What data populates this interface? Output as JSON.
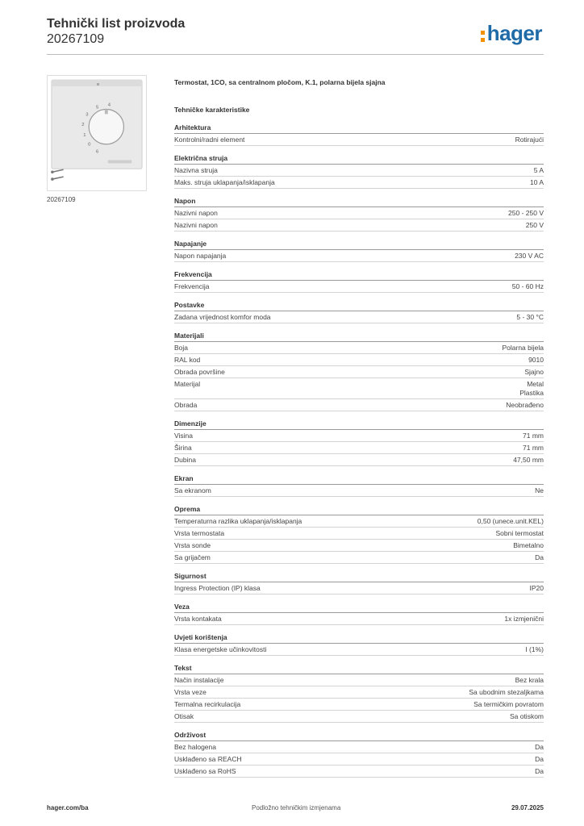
{
  "header": {
    "title": "Tehnički list proizvoda",
    "code": "20267109",
    "logo_text": "hager"
  },
  "image": {
    "caption": "20267109",
    "dial_numbers": [
      "5",
      "4",
      "3",
      "2",
      "1",
      "0",
      "6"
    ]
  },
  "product_desc": "Termostat, 1CO, sa centralnom pločom, K.1, polarna bijela sjajna",
  "section_heading": "Tehničke karakteristike",
  "groups": [
    {
      "title": "Arhitektura",
      "rows": [
        {
          "label": "Kontrolni/radni element",
          "value": [
            "Rotirajući"
          ]
        }
      ]
    },
    {
      "title": "Električna struja",
      "rows": [
        {
          "label": "Nazivna struja",
          "value": [
            "5 A"
          ]
        },
        {
          "label": "Maks. struja uklapanja/isklapanja",
          "value": [
            "10 A"
          ]
        }
      ]
    },
    {
      "title": "Napon",
      "rows": [
        {
          "label": "Nazivni napon",
          "value": [
            "250 - 250 V"
          ]
        },
        {
          "label": "Nazivni napon",
          "value": [
            "250 V"
          ]
        }
      ]
    },
    {
      "title": "Napajanje",
      "rows": [
        {
          "label": "Napon napajanja",
          "value": [
            "230 V AC"
          ]
        }
      ]
    },
    {
      "title": "Frekvencija",
      "rows": [
        {
          "label": "Frekvencija",
          "value": [
            "50 - 60 Hz"
          ]
        }
      ]
    },
    {
      "title": "Postavke",
      "rows": [
        {
          "label": "Zadana vrijednost komfor moda",
          "value": [
            "5 - 30 °C"
          ]
        }
      ]
    },
    {
      "title": "Materijali",
      "rows": [
        {
          "label": "Boja",
          "value": [
            "Polarna bijela"
          ]
        },
        {
          "label": "RAL kod",
          "value": [
            "9010"
          ]
        },
        {
          "label": "Obrada površine",
          "value": [
            "Sjajno"
          ]
        },
        {
          "label": "Materijal",
          "value": [
            "Metal",
            "Plastika"
          ]
        },
        {
          "label": "Obrada",
          "value": [
            "Neobrađeno"
          ]
        }
      ]
    },
    {
      "title": "Dimenzije",
      "rows": [
        {
          "label": "Visina",
          "value": [
            "71 mm"
          ]
        },
        {
          "label": "Širina",
          "value": [
            "71 mm"
          ]
        },
        {
          "label": "Dubina",
          "value": [
            "47,50 mm"
          ]
        }
      ]
    },
    {
      "title": "Ekran",
      "rows": [
        {
          "label": "Sa ekranom",
          "value": [
            "Ne"
          ]
        }
      ]
    },
    {
      "title": "Oprema",
      "rows": [
        {
          "label": "Temperaturna razlika uklapanja/isklapanja",
          "value": [
            "0,50 (unece.unit.KEL)"
          ]
        },
        {
          "label": "Vrsta termostata",
          "value": [
            "Sobni termostat"
          ]
        },
        {
          "label": "Vrsta sonde",
          "value": [
            "Bimetalno"
          ]
        },
        {
          "label": "Sa grijačem",
          "value": [
            "Da"
          ]
        }
      ]
    },
    {
      "title": "Sigurnost",
      "rows": [
        {
          "label": "Ingress Protection (IP) klasa",
          "value": [
            "IP20"
          ]
        }
      ]
    },
    {
      "title": "Veza",
      "rows": [
        {
          "label": "Vrsta kontakata",
          "value": [
            "1x izmjenični"
          ]
        }
      ]
    },
    {
      "title": "Uvjeti korištenja",
      "rows": [
        {
          "label": "Klasa energetske učinkovitosti",
          "value": [
            "I (1%)"
          ]
        }
      ]
    },
    {
      "title": "Tekst",
      "rows": [
        {
          "label": "Način instalacije",
          "value": [
            "Bez krala"
          ]
        },
        {
          "label": "Vrsta veze",
          "value": [
            "Sa ubodnim stezaljkama"
          ]
        },
        {
          "label": "Termalna recirkulacija",
          "value": [
            "Sa termičkim povratom"
          ]
        },
        {
          "label": "Otisak",
          "value": [
            "Sa otiskom"
          ]
        }
      ]
    },
    {
      "title": "Održivost",
      "rows": [
        {
          "label": "Bez halogena",
          "value": [
            "Da"
          ]
        },
        {
          "label": "Usklađeno sa REACH",
          "value": [
            "Da"
          ]
        },
        {
          "label": "Usklađeno sa RoHS",
          "value": [
            "Da"
          ]
        }
      ]
    }
  ],
  "footer": {
    "left": "hager.com/ba",
    "center": "Podložno tehničkim izmjenama",
    "right": "29.07.2025"
  },
  "colors": {
    "logo_blue": "#1f6ba8",
    "logo_orange": "#f29100"
  }
}
